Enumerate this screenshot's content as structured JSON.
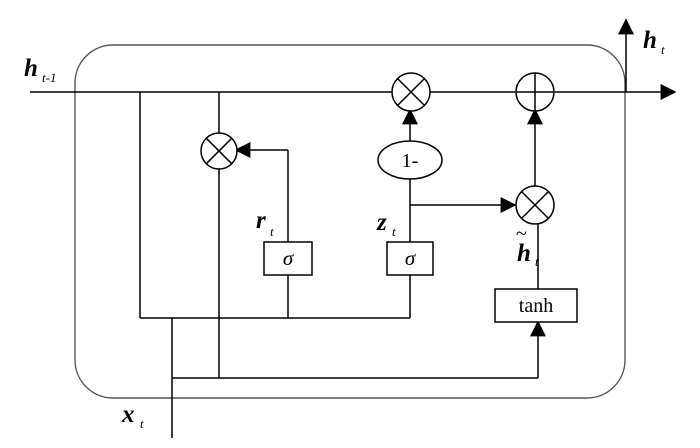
{
  "labels": {
    "h_prev": {
      "main": "h",
      "sub": "t-1"
    },
    "h_out": {
      "main": "h",
      "sub": "t"
    },
    "x_in": {
      "main": "x",
      "sub": "t"
    },
    "r_gate": {
      "main": "r",
      "sub": "t"
    },
    "z_gate": {
      "main": "z",
      "sub": "t"
    },
    "h_cand": {
      "main": "h",
      "sub": "t",
      "accent": "~"
    }
  },
  "boxes": {
    "sigma_r": "σ",
    "sigma_z": "σ",
    "tanh": "tanh",
    "one_minus": "1-"
  },
  "colors": {
    "stroke": "#000000",
    "cell_border": "#555555",
    "background": "#ffffff"
  }
}
